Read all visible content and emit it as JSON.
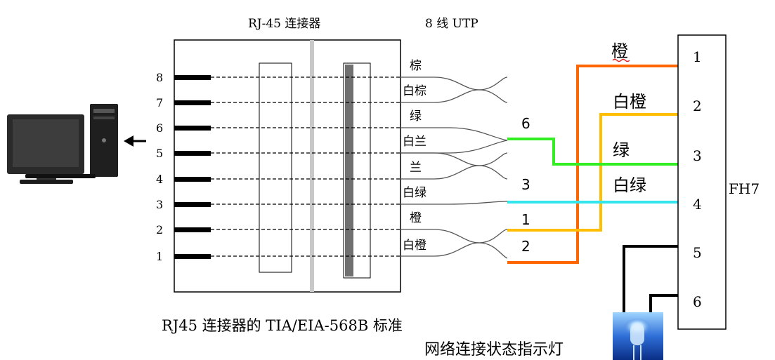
{
  "connector": {
    "title": "RJ-45 连接器",
    "cable_title": "8 线 UTP",
    "caption": "RJ45 连接器的 TIA/EIA-568B 标准",
    "pin_labels": [
      "8",
      "7",
      "6",
      "5",
      "4",
      "3",
      "2",
      "1"
    ],
    "wire_labels": [
      "棕",
      "白棕",
      "绿",
      "白兰",
      "兰",
      "白绿",
      "橙",
      "白橙"
    ]
  },
  "wiring": {
    "wire_numbers": [
      "6",
      "3",
      "1",
      "2"
    ],
    "color_labels": [
      "橙",
      "白橙",
      "绿",
      "白绿"
    ],
    "colors": {
      "orange": "#ff6600",
      "yellow": "#ffbf00",
      "green": "#33ee22",
      "cyan": "#33e6ee",
      "black": "#000000"
    }
  },
  "module": {
    "name": "FH7",
    "pins": [
      "1",
      "2",
      "3",
      "4",
      "5",
      "6"
    ]
  },
  "indicator": {
    "label": "网络连接状态指示灯"
  }
}
